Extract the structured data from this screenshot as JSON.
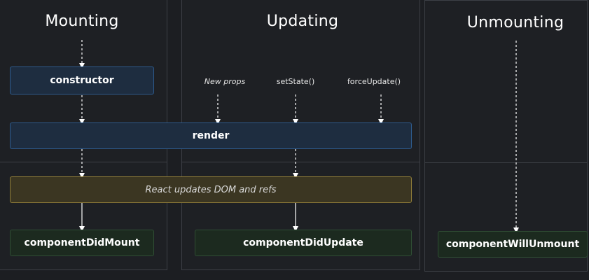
{
  "phases": {
    "mounting": "Mounting",
    "updating": "Updating",
    "unmounting": "Unmounting"
  },
  "triggers": {
    "new_props": "New props",
    "set_state": "setState()",
    "force_update": "forceUpdate()"
  },
  "nodes": {
    "constructor": "constructor",
    "render": "render",
    "dom_update": "React updates DOM and refs",
    "did_mount": "componentDidMount",
    "did_update": "componentDidUpdate",
    "will_unmount": "componentWillUnmount"
  },
  "colors": {
    "background": "#1e2024",
    "render_phase": "#1e2d40",
    "commit_dom": "#3b3622",
    "commit_lifecycle": "#1c2a1f",
    "arrow": "#ffffff"
  }
}
